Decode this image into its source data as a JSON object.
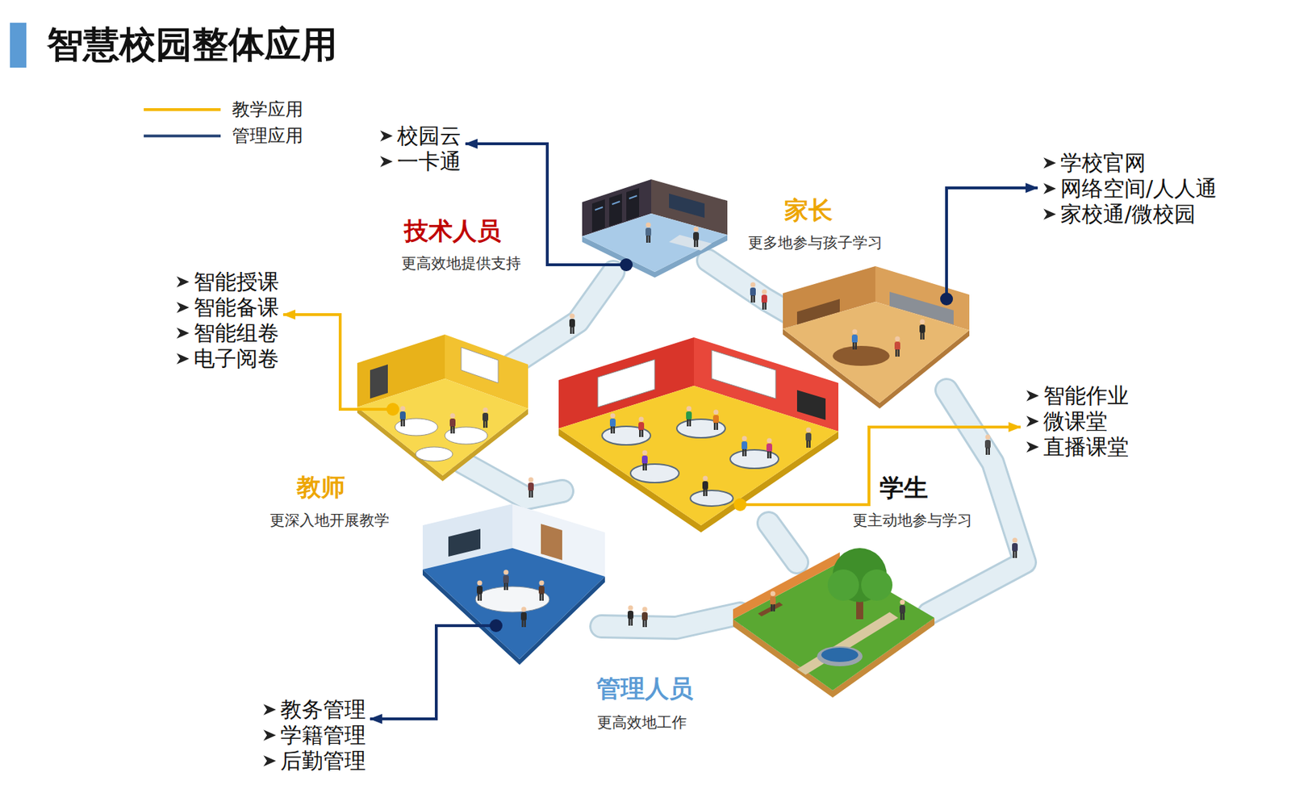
{
  "diagram": {
    "title": "智慧校园整体应用",
    "nodes": [
      {
        "text": [
          "技术人员",
          "更高效地提供支持"
        ]
      },
      {
        "text": [
          "校园云",
          "一卡通"
        ]
      },
      {
        "text": [
          "家长",
          "更多地参与孩子学习"
        ]
      },
      {
        "text": [
          "学校官网",
          "网络空间/人人通",
          "家校通/微校园"
        ]
      },
      {
        "text": [
          "教师",
          "更深入地开展教学"
        ]
      },
      {
        "text": [
          "智能授课",
          "智能备课",
          "智能组卷",
          "电子阅卷"
        ]
      },
      {
        "text": [
          "学生",
          "更主动地参与学习"
        ]
      },
      {
        "text": [
          "智能作业",
          "微课堂",
          "直播课堂"
        ]
      },
      {
        "text": [
          "管理人员",
          "更高效地工作"
        ]
      },
      {
        "text": [
          "教务管理",
          "学籍管理",
          "后勤管理"
        ]
      }
    ],
    "edges": [
      {
        "from": 0,
        "to": 1,
        "arrow": "to"
      },
      {
        "from": 2,
        "to": 3,
        "arrow": "to"
      },
      {
        "from": 4,
        "to": 5,
        "arrow": "to"
      },
      {
        "from": 6,
        "to": 7,
        "arrow": "to"
      },
      {
        "from": 8,
        "to": 9,
        "arrow": "to"
      }
    ],
    "legend": [
      {
        "text": "教学应用"
      },
      {
        "text": "管理应用"
      }
    ]
  }
}
